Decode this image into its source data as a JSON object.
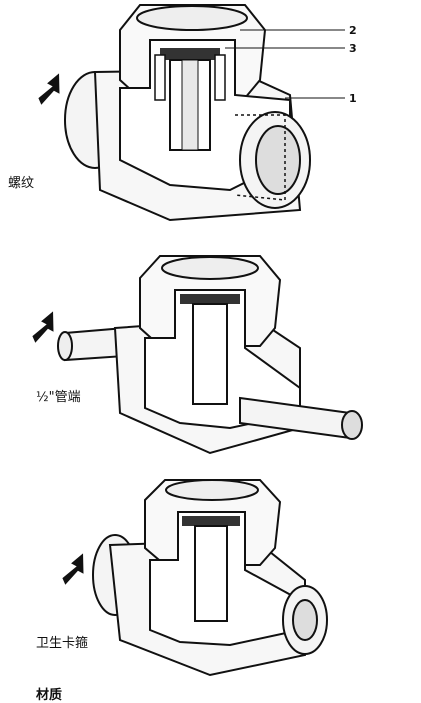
{
  "figures": [
    {
      "id": "threaded",
      "label": "螺纹"
    },
    {
      "id": "half-inch-tube",
      "label": "½\"管端"
    },
    {
      "id": "sanitary-clamp",
      "label": "卫生卡箍"
    }
  ],
  "callouts": [
    "2",
    "3",
    "1"
  ],
  "bottom_partial_text": "材质"
}
